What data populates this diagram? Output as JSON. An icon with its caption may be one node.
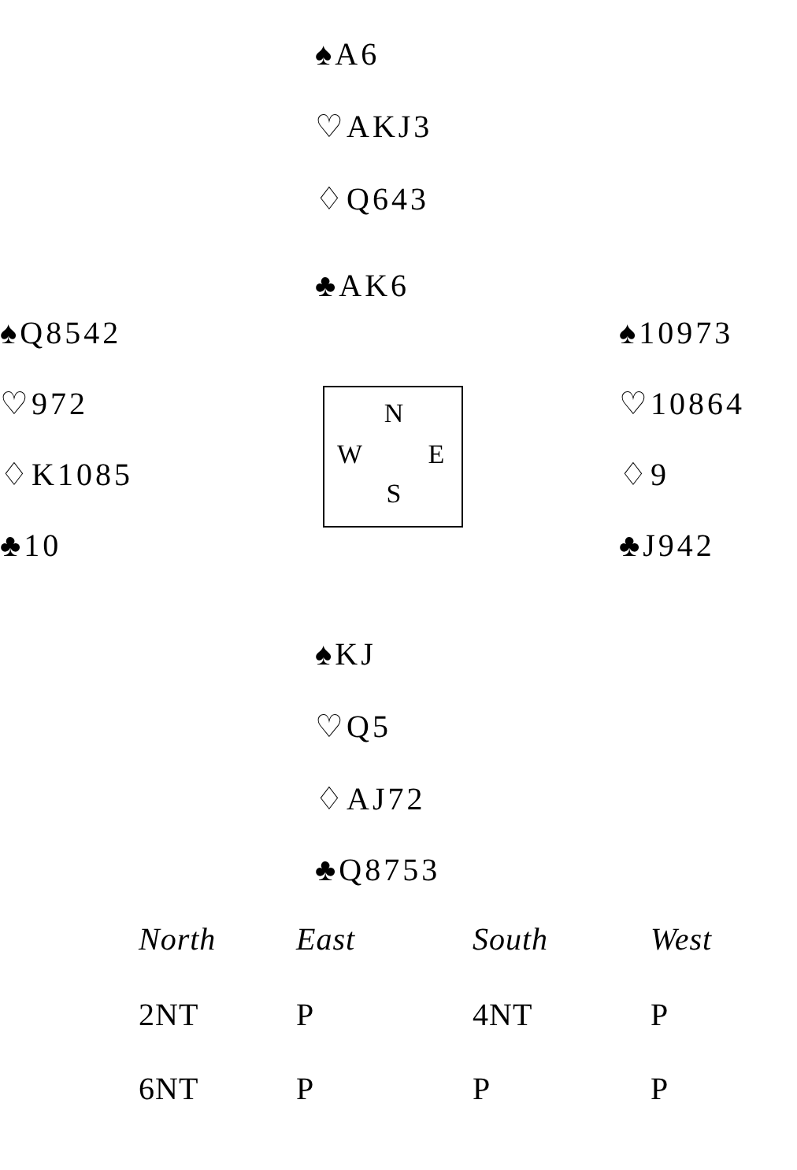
{
  "diagram": {
    "nodes": [
      {
        "text": [
          "N",
          "W",
          "E",
          "S"
        ]
      }
    ],
    "labels": [
      "♠A6",
      "♡AKJ3",
      "♢Q643",
      "♣AK6",
      "♠Q8542",
      "♠10973",
      "♡972",
      "♡10864",
      "♢K1085",
      "♢9",
      "♣10",
      "♣J942",
      "♠KJ",
      "♡Q5",
      "♢AJ72",
      "♣Q8753",
      "North",
      "East",
      "South",
      "West",
      "2NT",
      "P",
      "4NT",
      "P",
      "6NT",
      "P",
      "P",
      "P"
    ]
  }
}
